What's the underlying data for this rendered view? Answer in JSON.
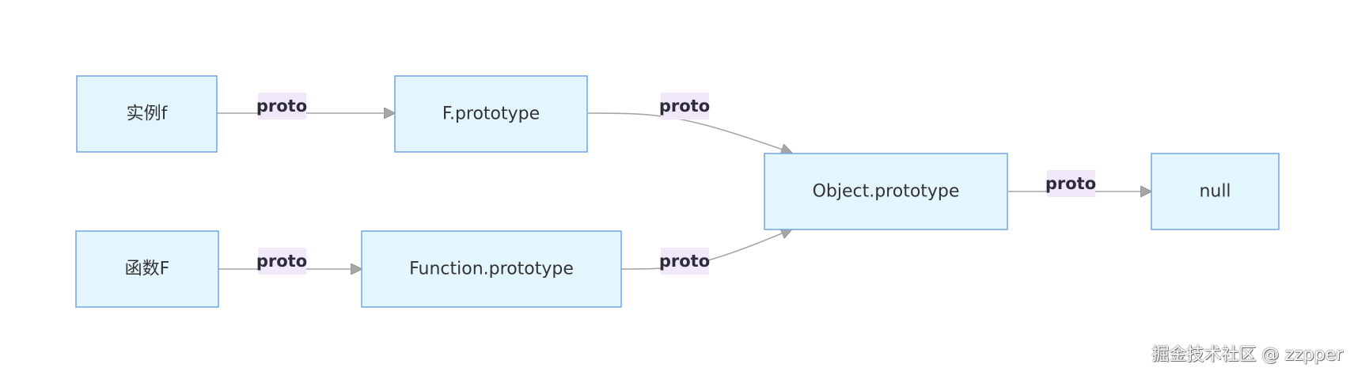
{
  "nodes": {
    "instance_f": "实例f",
    "f_prototype": "F.prototype",
    "object_prototype": "Object.prototype",
    "null_node": "null",
    "function_f": "函数F",
    "function_prototype": "Function.prototype"
  },
  "edges": {
    "instance_to_fproto": "proto",
    "fproto_to_objproto": "proto",
    "objproto_to_null": "proto",
    "funcf_to_funcproto": "proto",
    "funcproto_to_objproto": "proto"
  },
  "colors": {
    "node_fill": "#e3f5fd",
    "node_stroke": "#74a4e4",
    "edge_stroke": "#a6a6a6",
    "label_bg": "#f1e8f9"
  },
  "watermark": "掘金技术社区 @ zzpper"
}
